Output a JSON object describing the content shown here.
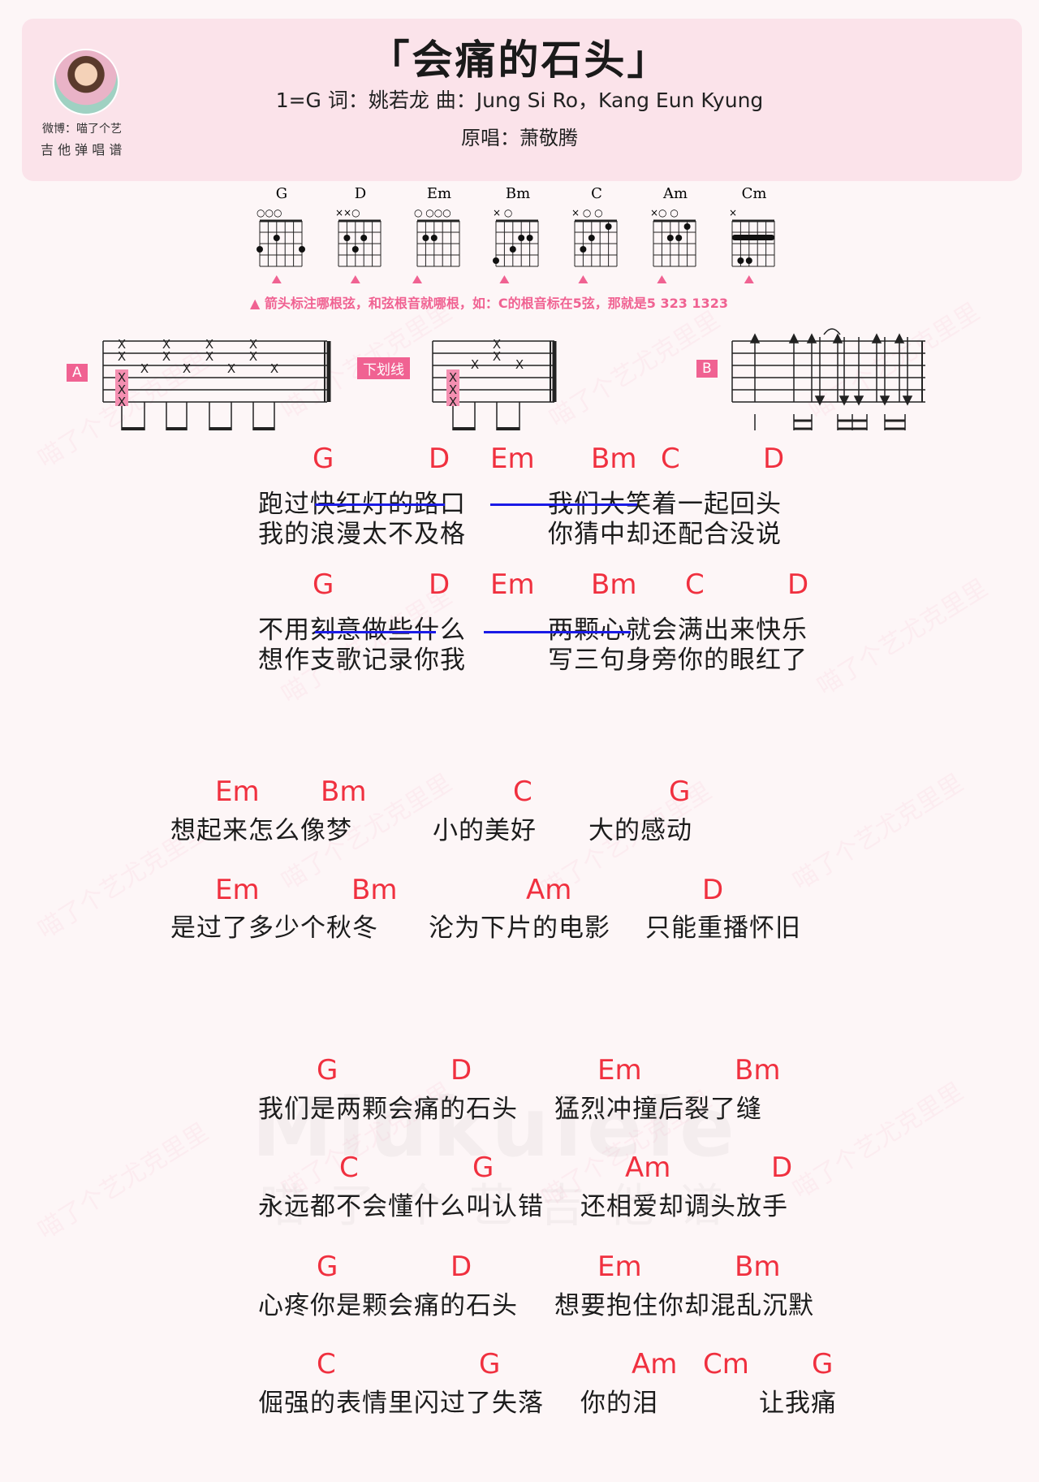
{
  "header": {
    "title": "「会痛的石头」",
    "meta": "1=G  词：姚若龙    曲：Jung Si Ro，Kang Eun Kyung",
    "singer": "原唱：萧敬腾",
    "weibo": "微博：喵了个艺",
    "subtitle": "吉 他 弹 唱 谱"
  },
  "chord_diagrams": [
    {
      "name": "G",
      "top": "○○○",
      "dots": [
        [
          2,
          3
        ],
        [
          3,
          1
        ],
        [
          3,
          6
        ]
      ]
    },
    {
      "name": "D",
      "top": "××○",
      "dots": [
        [
          2,
          2
        ],
        [
          2,
          4
        ],
        [
          3,
          3
        ]
      ]
    },
    {
      "name": "Em",
      "top": "○  ○○○",
      "dots": [
        [
          2,
          2
        ],
        [
          2,
          3
        ]
      ]
    },
    {
      "name": "Bm",
      "top": "× ○",
      "dots": [
        [
          2,
          4
        ],
        [
          3,
          3
        ],
        [
          4,
          1
        ],
        [
          2,
          5
        ]
      ]
    },
    {
      "name": "C",
      "top": "×  ○ ○",
      "dots": [
        [
          1,
          5
        ],
        [
          2,
          3
        ],
        [
          3,
          2
        ]
      ]
    },
    {
      "name": "Am",
      "top": "×○   ○",
      "dots": [
        [
          1,
          5
        ],
        [
          2,
          3
        ],
        [
          2,
          4
        ]
      ]
    },
    {
      "name": "Cm",
      "top": "×",
      "dots": [
        [
          4,
          2
        ],
        [
          4,
          3
        ]
      ]
    }
  ],
  "tip": "箭头标注哪根弦，和弦根音就哪根，如：C的根音标在5弦，那就是5 323  1323",
  "patterns": {
    "a_label": "A",
    "underline_label": "下划线",
    "b_label": "B"
  },
  "brand": {
    "name": "Miukulele",
    "cn": "喵了个艺吉他谱"
  },
  "watermark": "喵了个艺尤克里里",
  "verses": [
    {
      "id": "l1",
      "chords": [
        [
          "G",
          385,
          587
        ],
        [
          "D",
          528,
          587
        ],
        [
          "Em",
          604,
          587
        ],
        [
          "Bm",
          728,
          587
        ],
        [
          "C",
          814,
          587
        ],
        [
          "D",
          940,
          587
        ]
      ],
      "lines": [
        [
          "跑过快红灯的路口",
          318,
          633
        ],
        [
          "我们大笑着一起回头",
          675,
          633
        ]
      ],
      "underlines": [
        [
          388,
          548,
          620
        ],
        [
          604,
          785,
          620
        ]
      ]
    },
    {
      "id": "l1b",
      "chords": [],
      "lines": [
        [
          "我的浪漫太不及格",
          318,
          670
        ],
        [
          "你猜中却还配合没说",
          675,
          670
        ]
      ],
      "underlines": []
    },
    {
      "id": "l2",
      "chords": [
        [
          "G",
          385,
          742
        ],
        [
          "D",
          528,
          742
        ],
        [
          "Em",
          604,
          742
        ],
        [
          "Bm",
          728,
          742
        ],
        [
          "C",
          844,
          742
        ],
        [
          "D",
          970,
          742
        ]
      ],
      "lines": [
        [
          "不用刻意做些什么",
          318,
          788
        ],
        [
          "两颗心就会满出来快乐",
          675,
          788
        ]
      ],
      "underlines": [
        [
          388,
          537,
          777
        ],
        [
          596,
          777,
          777
        ]
      ]
    },
    {
      "id": "l2b",
      "chords": [],
      "lines": [
        [
          "想作支歌记录你我",
          318,
          825
        ],
        [
          "写三句身旁你的眼红了",
          675,
          825
        ]
      ],
      "underlines": []
    },
    {
      "id": "l3",
      "chords": [
        [
          "Em",
          265,
          997
        ],
        [
          "Bm",
          395,
          997
        ],
        [
          "C",
          632,
          997
        ],
        [
          "G",
          824,
          997
        ]
      ],
      "lines": [
        [
          "想起来怎么像梦",
          210,
          1035
        ],
        [
          "小的美好",
          533,
          1035
        ],
        [
          "大的感动",
          725,
          1035
        ]
      ],
      "underlines": []
    },
    {
      "id": "l4",
      "chords": [
        [
          "Em",
          265,
          1118
        ],
        [
          "Bm",
          433,
          1118
        ],
        [
          "Am",
          648,
          1118
        ],
        [
          "D",
          865,
          1118
        ]
      ],
      "lines": [
        [
          "是过了多少个秋冬",
          210,
          1155
        ],
        [
          "沦为下片的电影",
          528,
          1155
        ],
        [
          "只能重播怀旧",
          795,
          1155
        ]
      ],
      "underlines": []
    },
    {
      "id": "l5",
      "chords": [
        [
          "G",
          390,
          1340
        ],
        [
          "D",
          555,
          1340
        ],
        [
          "Em",
          736,
          1340
        ],
        [
          "Bm",
          905,
          1340
        ]
      ],
      "lines": [
        [
          "我们是两颗会痛的石头",
          318,
          1378
        ],
        [
          "猛烈冲撞后裂了缝",
          683,
          1378
        ]
      ],
      "underlines": []
    },
    {
      "id": "l6",
      "chords": [
        [
          "C",
          418,
          1460
        ],
        [
          "G",
          582,
          1460
        ],
        [
          "Am",
          770,
          1460
        ],
        [
          "D",
          950,
          1460
        ]
      ],
      "lines": [
        [
          "永远都不会懂什么叫认错",
          318,
          1498
        ],
        [
          "还相爱却调头放手",
          715,
          1498
        ]
      ],
      "underlines": []
    },
    {
      "id": "l7",
      "chords": [
        [
          "G",
          390,
          1582
        ],
        [
          "D",
          555,
          1582
        ],
        [
          "Em",
          736,
          1582
        ],
        [
          "Bm",
          905,
          1582
        ]
      ],
      "lines": [
        [
          "心疼你是颗会痛的石头",
          318,
          1620
        ],
        [
          "想要抱住你却混乱沉默",
          683,
          1620
        ]
      ],
      "underlines": []
    },
    {
      "id": "l8",
      "chords": [
        [
          "C",
          390,
          1702
        ],
        [
          "G",
          590,
          1702
        ],
        [
          "Am",
          778,
          1702
        ],
        [
          "Cm",
          866,
          1702
        ],
        [
          "G",
          1000,
          1702
        ]
      ],
      "lines": [
        [
          "倔强的表情里闪过了失落",
          318,
          1740
        ],
        [
          "你的泪",
          715,
          1740
        ],
        [
          "让我痛",
          935,
          1740
        ]
      ],
      "underlines": []
    }
  ]
}
